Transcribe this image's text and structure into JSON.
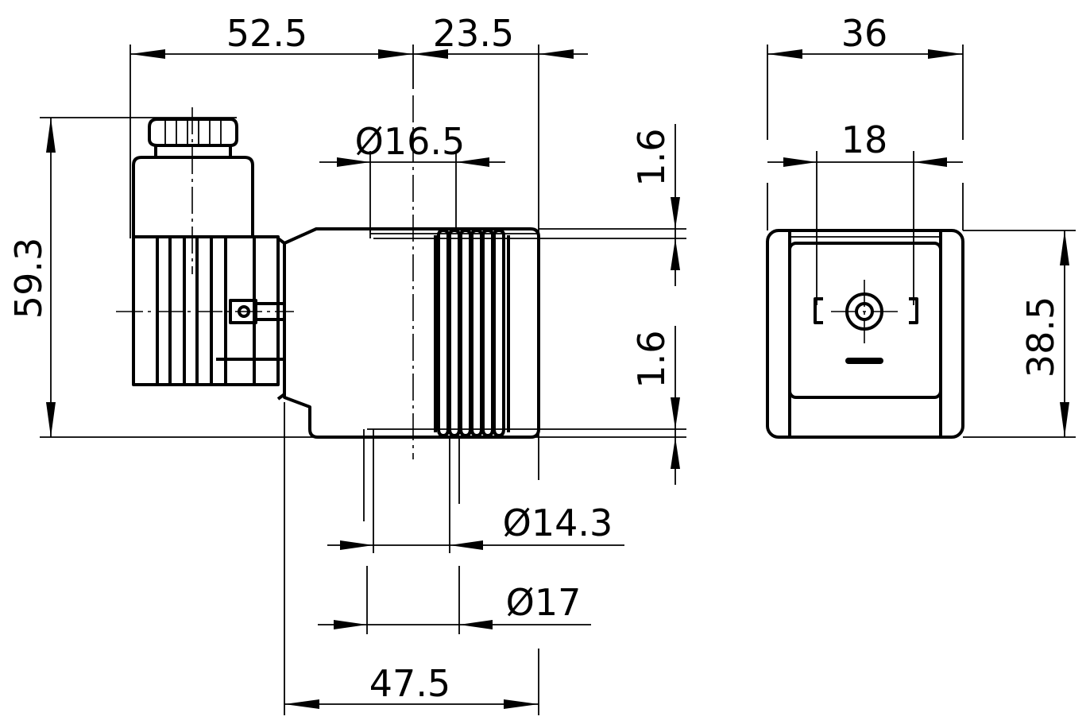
{
  "dimensions": {
    "width_connector": "52.5",
    "width_coil_right": "23.5",
    "dia_outer_top": "Ø16.5",
    "wall_top": "1.6",
    "wall_bottom": "1.6",
    "height_total": "59.3",
    "dia_inner": "Ø14.3",
    "dia_bore": "Ø17",
    "length_coil": "47.5",
    "front_width": "36",
    "pin_spacing": "18",
    "front_height": "38.5"
  }
}
